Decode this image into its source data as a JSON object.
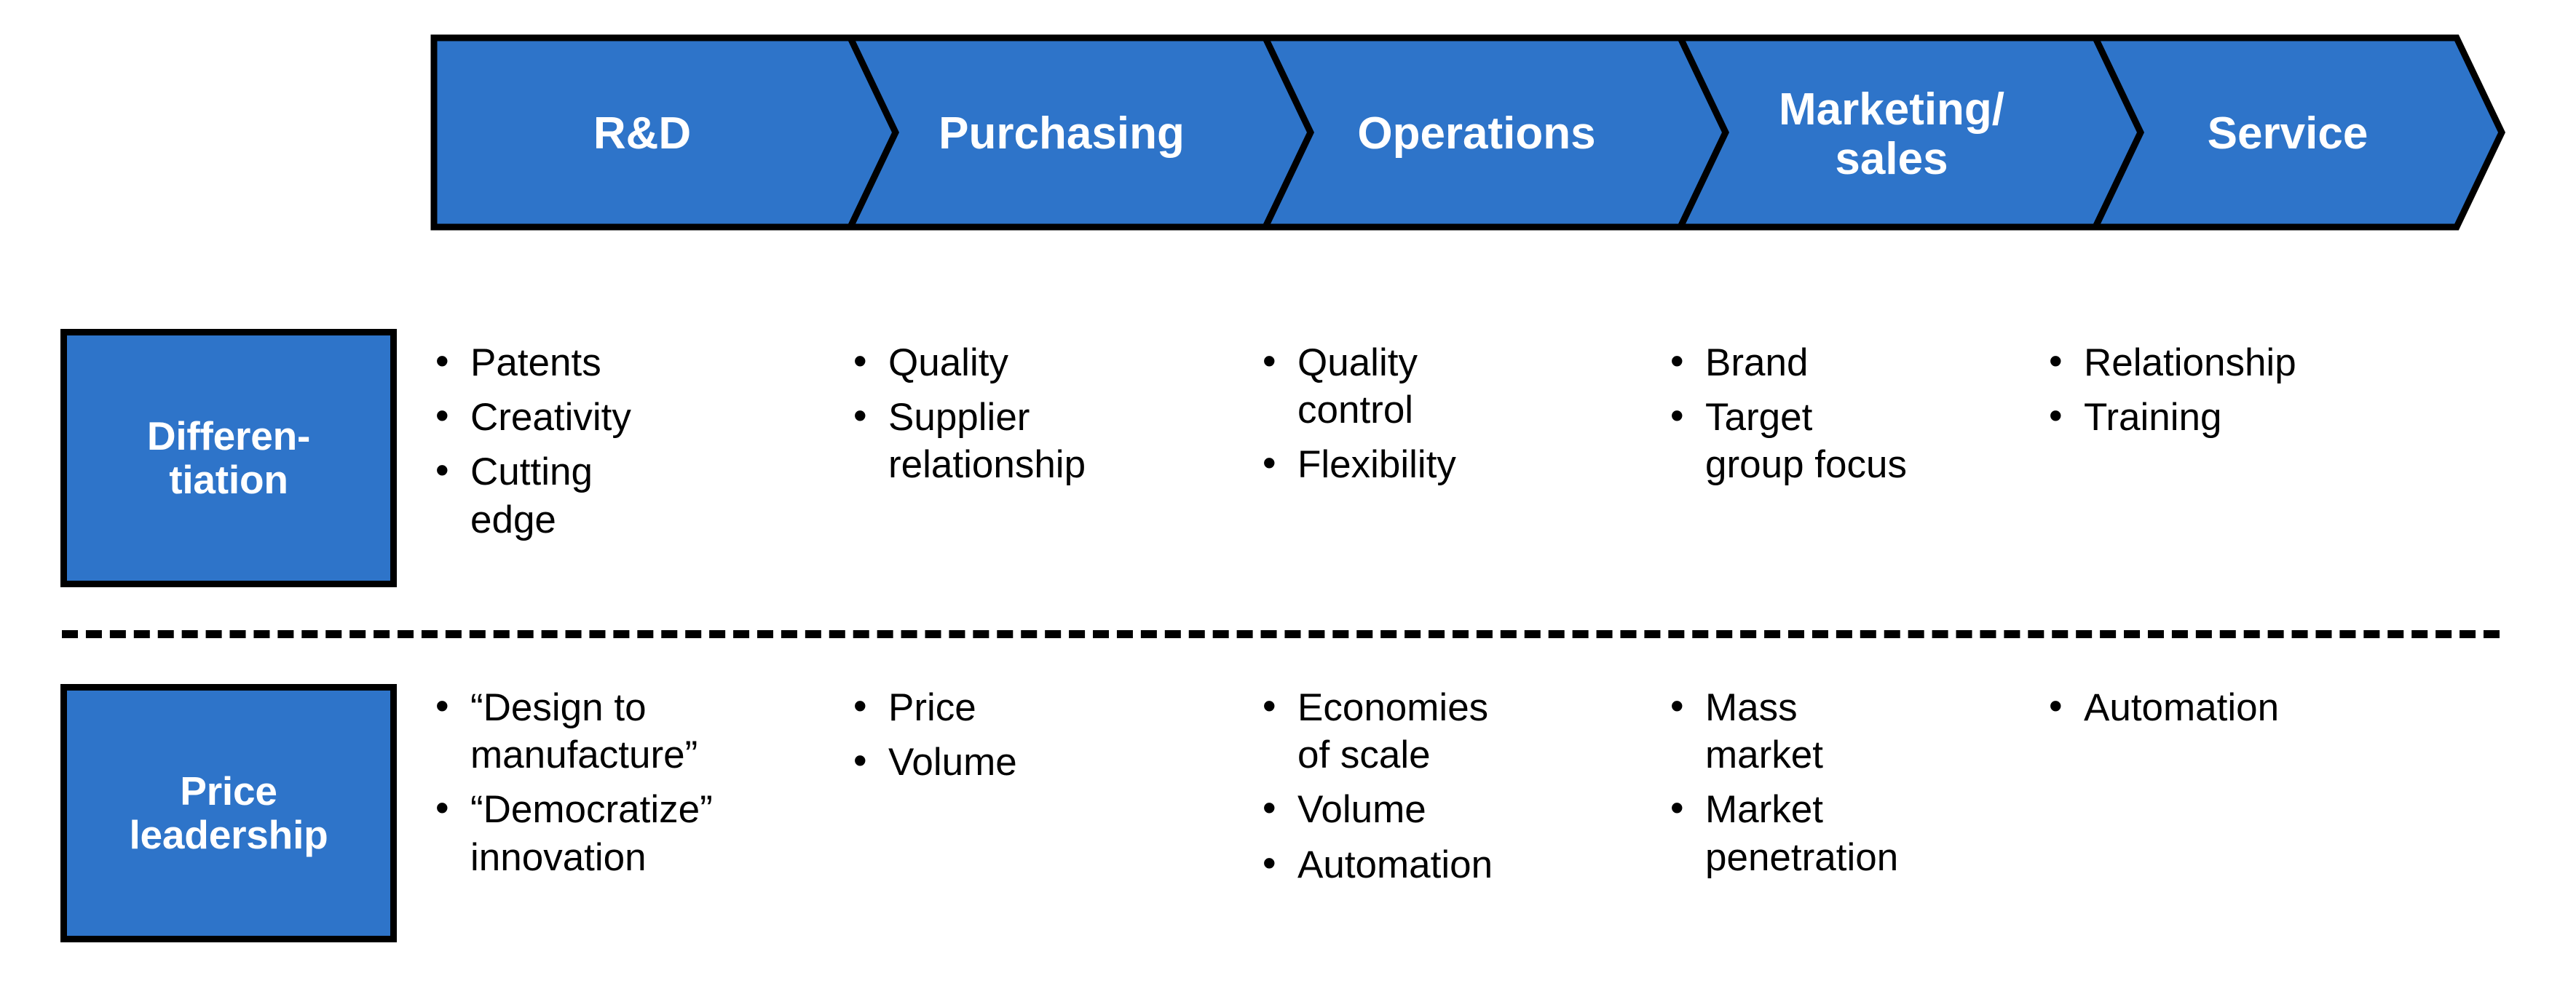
{
  "colors": {
    "accent_blue": "#2E74C9",
    "outline": "#000000",
    "text_on_accent": "#FFFFFF",
    "body_text": "#000000"
  },
  "value_chain": {
    "name": "value-chain-banner",
    "stages": [
      {
        "label": "R&D"
      },
      {
        "label": "Purchasing"
      },
      {
        "label": "Operations"
      },
      {
        "label": "Marketing/\nsales"
      },
      {
        "label": "Service"
      }
    ]
  },
  "strategies": [
    {
      "key": "differentiation",
      "label": "Differen-\ntiation",
      "columns": [
        {
          "stage": "R&D",
          "items": [
            "Patents",
            "Creativity",
            "Cutting edge"
          ]
        },
        {
          "stage": "Purchasing",
          "items": [
            "Quality",
            "Supplier relationship"
          ]
        },
        {
          "stage": "Operations",
          "items": [
            "Quality control",
            "Flexibility"
          ]
        },
        {
          "stage": "Marketing/sales",
          "items": [
            "Brand",
            "Target group focus"
          ]
        },
        {
          "stage": "Service",
          "items": [
            "Relationship",
            "Training"
          ]
        }
      ]
    },
    {
      "key": "price-leadership",
      "label": "Price\nleadership",
      "columns": [
        {
          "stage": "R&D",
          "items": [
            "“Design to manufacture”",
            "“Democratize” innovation"
          ]
        },
        {
          "stage": "Purchasing",
          "items": [
            "Price",
            "Volume"
          ]
        },
        {
          "stage": "Operations",
          "items": [
            "Economies of scale",
            "Volume",
            "Automation"
          ]
        },
        {
          "stage": "Marketing/sales",
          "items": [
            "Mass market",
            "Market penetration"
          ]
        },
        {
          "stage": "Service",
          "items": [
            "Automation"
          ]
        }
      ]
    }
  ],
  "divider": {
    "style": "dashed"
  }
}
